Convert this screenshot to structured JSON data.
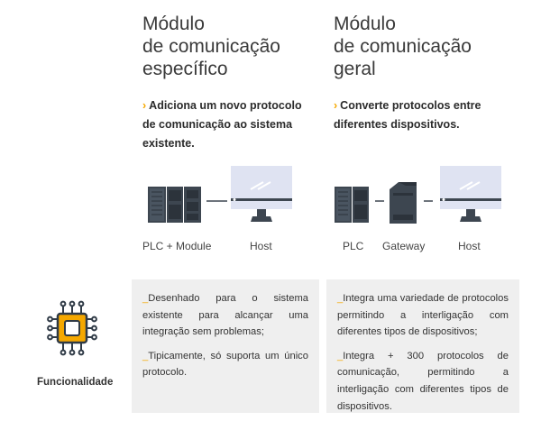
{
  "left": {
    "title_lines": [
      "Módulo",
      "de comunicação",
      "específico"
    ],
    "description": "Adiciona um novo protocolo de comunicação ao sistema existente.",
    "device_labels": [
      "PLC + Module",
      "Host"
    ],
    "features": [
      "Desenhado para o sistema existente para alcançar uma integração sem problemas;",
      "Tipicamente, só suporta um único protocolo."
    ]
  },
  "right": {
    "title_lines": [
      "Módulo",
      "de comunicação",
      "geral"
    ],
    "description": "Converte protocolos entre diferentes dispositivos.",
    "device_labels": [
      "PLC",
      "Gateway",
      "Host"
    ],
    "features": [
      "Integra uma variedade de protocolos permitindo a interligação com diferentes tipos de dispositivos;",
      "Integra + 300 protocolos de comunicação, permitindo a interligação com diferentes tipos de dispositivos."
    ]
  },
  "row_label": "Funcionalidade",
  "bullet_marker": "›",
  "dash_marker": "_",
  "colors": {
    "accent": "#f5a800",
    "panel": "#efefef",
    "device": "#3d4650",
    "screen": "#dfe3f2"
  }
}
